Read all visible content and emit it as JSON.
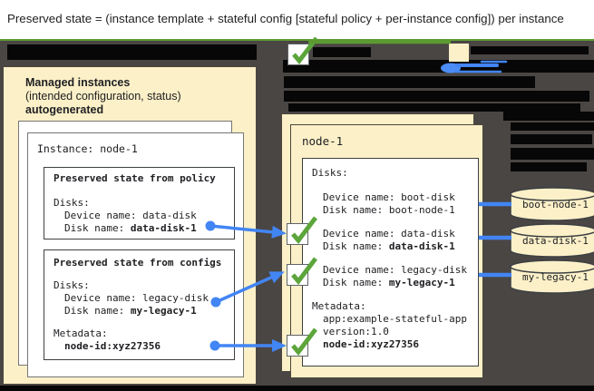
{
  "title": {
    "text": "Preserved state = (instance template + stateful config [stateful policy + per-instance config]) per instance"
  },
  "left_panel": {
    "heading1": "Managed instances",
    "heading2": "(intended configuration, status)",
    "heading3": "autogenerated",
    "instance_label": "Instance: node-1",
    "policy_box": {
      "title": "Preserved state from policy",
      "disks_label": "Disks:",
      "device_line": "Device name: data-disk",
      "disk_prefix": "Disk name: ",
      "disk_value": "data-disk-1"
    },
    "configs_box": {
      "title": "Preserved state from configs",
      "disks_label": "Disks:",
      "device_line": "Device name: legacy-disk",
      "disk_prefix": "Disk name: ",
      "disk_value": "my-legacy-1",
      "metadata_label": "Metadata:",
      "metadata_value": "node-id:xyz27356"
    }
  },
  "right_panel": {
    "title": "node-1",
    "disks_label": "Disks:",
    "rows": [
      {
        "device": "Device name: boot-disk",
        "disk_prefix": "Disk name: ",
        "disk_value": "boot-node-1"
      },
      {
        "device": "Device name: data-disk",
        "disk_prefix": "Disk name: ",
        "disk_value": "data-disk-1"
      },
      {
        "device": "Device name: legacy-disk",
        "disk_prefix": "Disk name: ",
        "disk_value": "my-legacy-1"
      }
    ],
    "metadata_label": "Metadata:",
    "metadata_line1": "app:example-stateful-app",
    "metadata_line2": "version:1.0",
    "metadata_value_bold": "node-id:xyz27356"
  },
  "disks": [
    {
      "label": "boot-node-1"
    },
    {
      "label": "data-disk-1"
    },
    {
      "label": "my-legacy-1"
    }
  ],
  "colors": {
    "accent_green": "#5c9a31",
    "check_green": "#5ca53b",
    "accent_blue": "#4285f4",
    "cream": "#fcf0c8",
    "background_dark": "#4a4644",
    "redaction_black": "#070707"
  }
}
